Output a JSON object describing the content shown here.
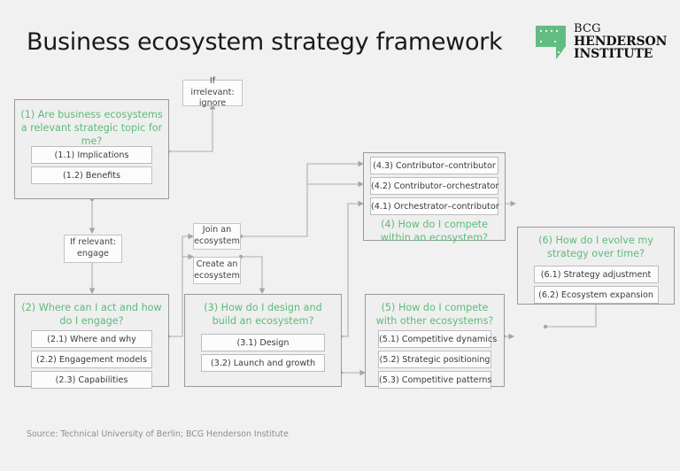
{
  "header": {
    "title": "Business ecosystem strategy framework",
    "logo": {
      "line1": "BCG",
      "line2": "HENDERSON",
      "line3": "INSTITUTE",
      "mark_color": "#63bd82"
    }
  },
  "theme": {
    "background": "#f1f1f1",
    "accent_green": "#5cbb79",
    "group_border": "#9a9a9a",
    "item_border": "#bdbdbd",
    "item_background": "#fcfcfc",
    "wire_color": "#adadad",
    "text_dark": "#3b3b3b",
    "source_gray": "#8e8e8e"
  },
  "notes": [
    {
      "id": "if-irrelevant",
      "text": "If irrelevant:\nignore"
    },
    {
      "id": "if-relevant",
      "text": "If relevant:\nengage"
    },
    {
      "id": "join-ecosystem",
      "text": "Join an\necosystem"
    },
    {
      "id": "create-ecosystem",
      "text": "Create an\necosystem"
    }
  ],
  "groups": [
    {
      "id": "g1",
      "title": "(1) Are business ecosystems a relevant strategic topic for me?",
      "title_position": "top",
      "items": [
        "(1.1) Implications",
        "(1.2) Benefits"
      ]
    },
    {
      "id": "g2",
      "title": "(2) Where can I act and how do I engage?",
      "title_position": "top",
      "items": [
        "(2.1) Where and why",
        "(2.2) Engagement models",
        "(2.3) Capabilities"
      ]
    },
    {
      "id": "g3",
      "title": "(3) How do I design and build an ecosystem?",
      "title_position": "top",
      "items": [
        "(3.1) Design",
        "(3.2) Launch and growth"
      ]
    },
    {
      "id": "g4",
      "title": "(4) How do I compete within an ecosystem?",
      "title_position": "bottom",
      "items": [
        "(4.3) Contributor–contributor",
        "(4.2) Contributor–orchestrator",
        "(4.1) Orchestrator–contributor"
      ]
    },
    {
      "id": "g5",
      "title": "(5) How do I compete with other ecosystems?",
      "title_position": "top",
      "items": [
        "(5.1) Competitive dynamics",
        "(5.2) Strategic positioning",
        "(5.3) Competitive patterns"
      ]
    },
    {
      "id": "g6",
      "title": "(6) How do I evolve my strategy over time?",
      "title_position": "top",
      "items": [
        "(6.1) Strategy adjustment",
        "(6.2) Ecosystem expansion"
      ]
    }
  ],
  "footer": {
    "source": "Source: Technical University of Berlin; BCG Henderson Institute"
  }
}
